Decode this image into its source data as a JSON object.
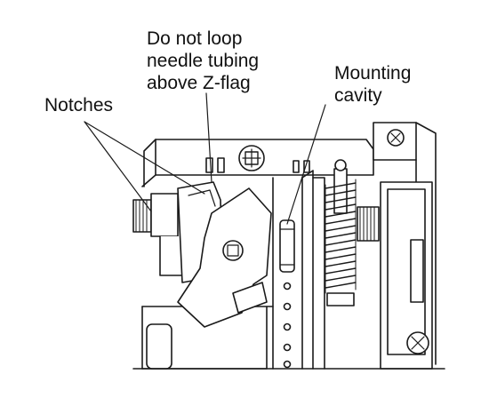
{
  "labels": {
    "notches": "Notches",
    "loop_line1": "Do not loop",
    "loop_line2": "needle tubing",
    "loop_line3": "above Z-flag",
    "mounting_line1": "Mounting",
    "mounting_line2": "cavity"
  },
  "colors": {
    "line": "#1a1a1a",
    "background": "#ffffff",
    "shade": "#e6e6e6"
  }
}
